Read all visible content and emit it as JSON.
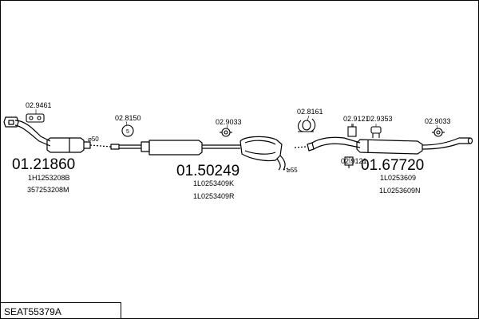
{
  "diagram_code": "SEAT55379A",
  "groups": [
    {
      "main_part": "01.21860",
      "oe_numbers": [
        "1H1253208B",
        "357253208M"
      ]
    },
    {
      "main_part": "01.50249",
      "oe_numbers": [
        "1L0253409K",
        "1L0253409R"
      ]
    },
    {
      "main_part": "01.67720",
      "oe_numbers": [
        "1L0253609",
        "1L0253609N"
      ]
    }
  ],
  "accessories": [
    "02.9461",
    "02.8150",
    "02.9033",
    "02.8161",
    "02.9121",
    "02.9353",
    "02.9033",
    "02.9121"
  ],
  "dimensions": [
    "⌀50",
    "⌀55"
  ],
  "icons": [
    "gasket-icon",
    "clamp-icon",
    "rubber-hanger-icon",
    "clamp-icon",
    "bracket-icon",
    "rubber-mount-icon",
    "rubber-hanger-icon",
    "bracket-icon"
  ]
}
